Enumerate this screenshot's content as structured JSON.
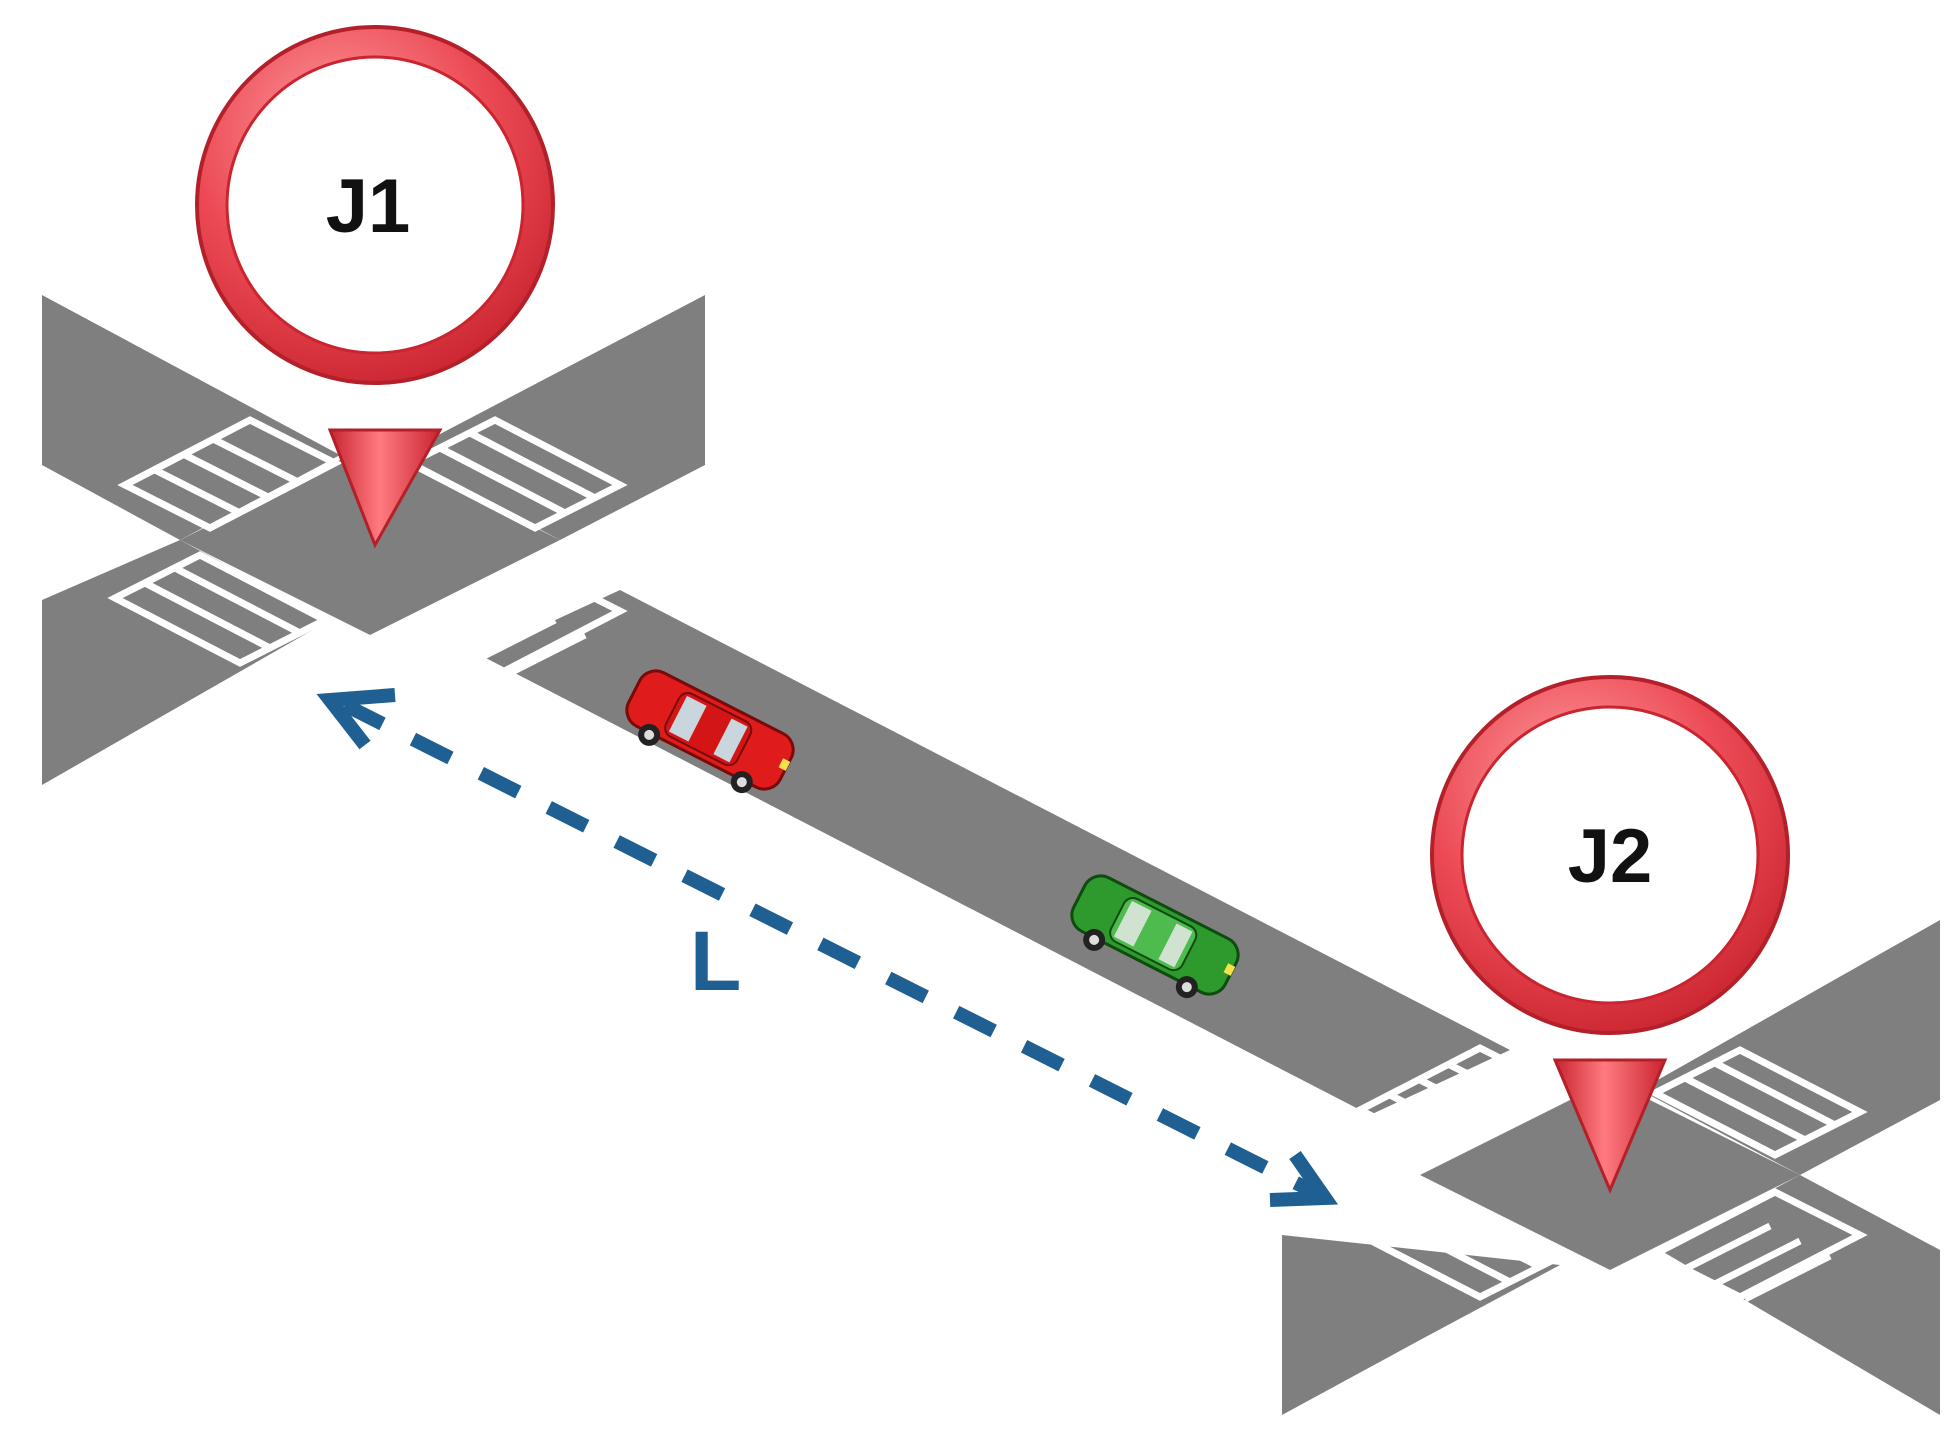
{
  "junctions": [
    {
      "label": "J1"
    },
    {
      "label": "J2"
    }
  ],
  "distance_label": "L",
  "colors": {
    "road": "#7f7f7f",
    "crosswalk": "#ffffff",
    "pin": "#e8404a",
    "pin_light": "#ff8a8f",
    "arrow": "#1f5f91",
    "car_1": "#e01b1b",
    "car_2": "#2e9a2e"
  },
  "icons": [
    "map-pin-icon",
    "car-icon",
    "double-arrow-icon"
  ]
}
